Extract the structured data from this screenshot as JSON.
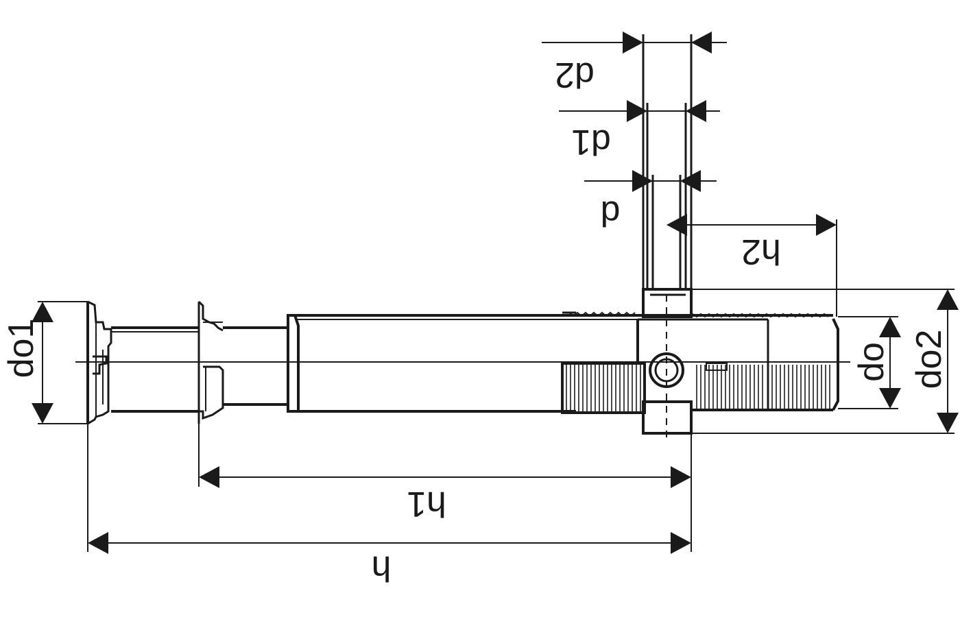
{
  "diagram": {
    "title": "Pipe fitting dimension drawing",
    "dimension_labels": {
      "h": "h",
      "h1": "h1",
      "h2": "h2",
      "d": "d",
      "d1": "d1",
      "d2": "d2",
      "do": "do",
      "do1": "do1",
      "do2": "do2"
    },
    "line_color": "#1a1a1a",
    "background": "#ffffff"
  }
}
